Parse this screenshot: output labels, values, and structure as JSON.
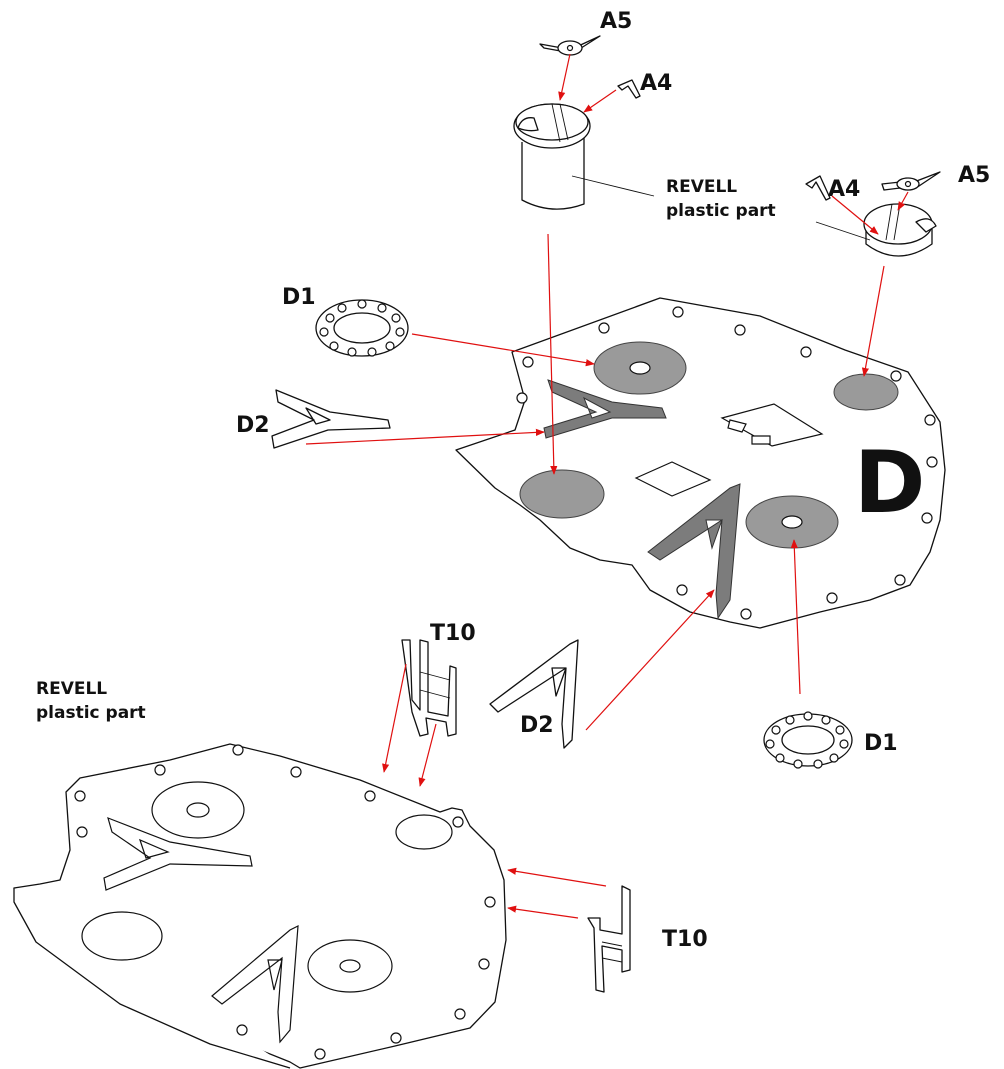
{
  "labels": {
    "a5_top": "A5",
    "a4_top": "A4",
    "a4_right": "A4",
    "a5_right": "A5",
    "revell_top_line1": "REVELL",
    "revell_top_line2": "plastic part",
    "d1_top": "D1",
    "d2_left": "D2",
    "d_sheet": "D",
    "t10_top": "T10",
    "revell_bottom_line1": "REVELL",
    "revell_bottom_line2": "plastic part",
    "d2_bottom": "D2",
    "d1_bottom": "D1",
    "t10_right": "T10"
  },
  "colors": {
    "arrow": "#e01010",
    "etched_part": "#9a9a9a",
    "line": "#111111"
  }
}
